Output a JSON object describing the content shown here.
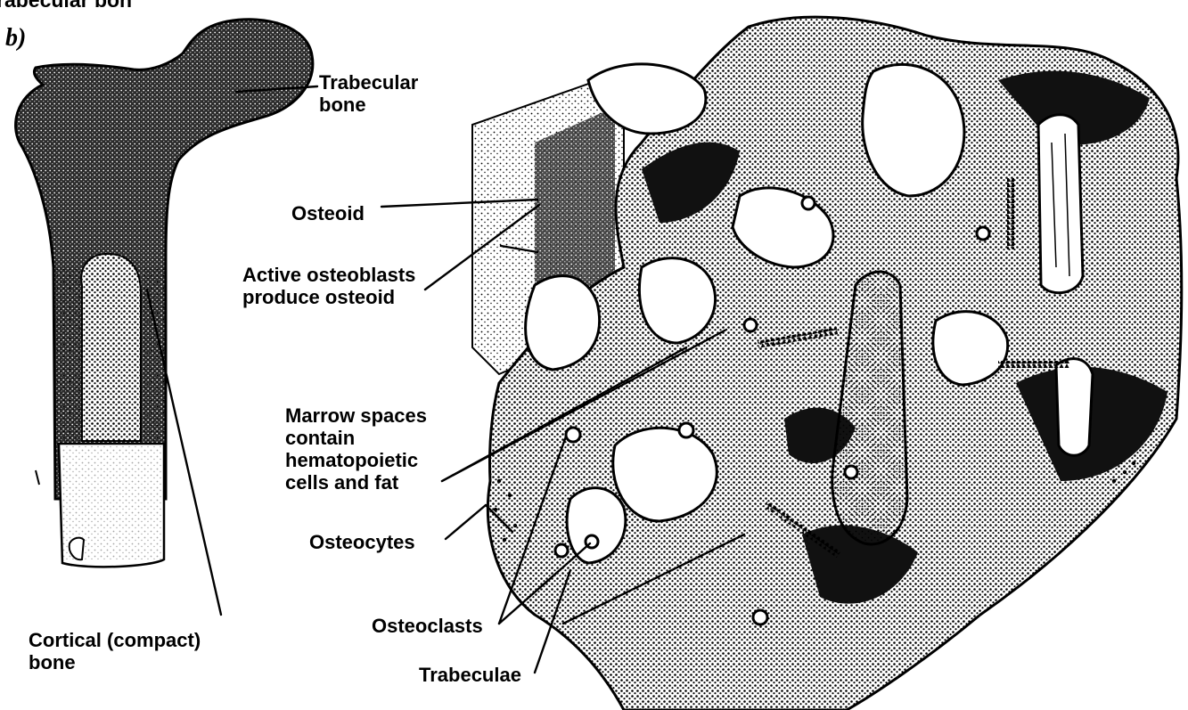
{
  "figure": {
    "header_fragment": "rabecular bon",
    "panel_letter": "b)",
    "ink_color": "#000000",
    "paper_color": "#ffffff"
  },
  "labels": {
    "trabecular_bone": "Trabecular\nbone",
    "osteoid": "Osteoid",
    "active_osteoblasts": "Active osteoblasts\nproduce osteoid",
    "marrow_spaces": "Marrow spaces\ncontain\nhematopoietic\ncells and fat",
    "osteocytes": "Osteocytes",
    "osteoclasts": "Osteoclasts",
    "trabeculae": "Trabeculae",
    "cortical_bone": "Cortical (compact)\nbone"
  },
  "icons": {
    "femur": "femur-illustration",
    "trabecular_block": "trabecular-network-illustration"
  }
}
